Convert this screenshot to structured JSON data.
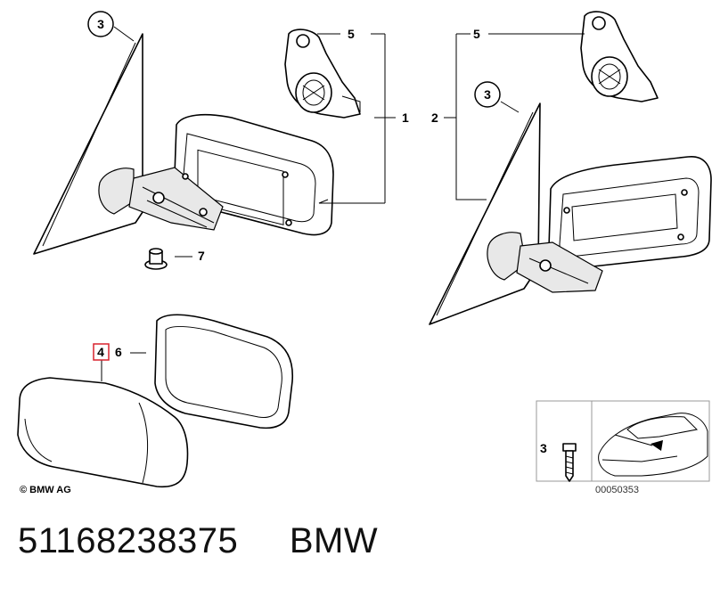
{
  "callouts": {
    "c1": "1",
    "c2": "2",
    "c3a": "3",
    "c3b": "3",
    "c3c": "3",
    "c4": "4",
    "c5a": "5",
    "c5b": "5",
    "c6": "6",
    "c7": "7"
  },
  "copyright": "© BMW AG",
  "image_number": "00050353",
  "footer": {
    "part_number": "51168238375",
    "brand": "BMW"
  },
  "colors": {
    "highlight_box": "#d9232e",
    "inset_border": "#999999"
  }
}
